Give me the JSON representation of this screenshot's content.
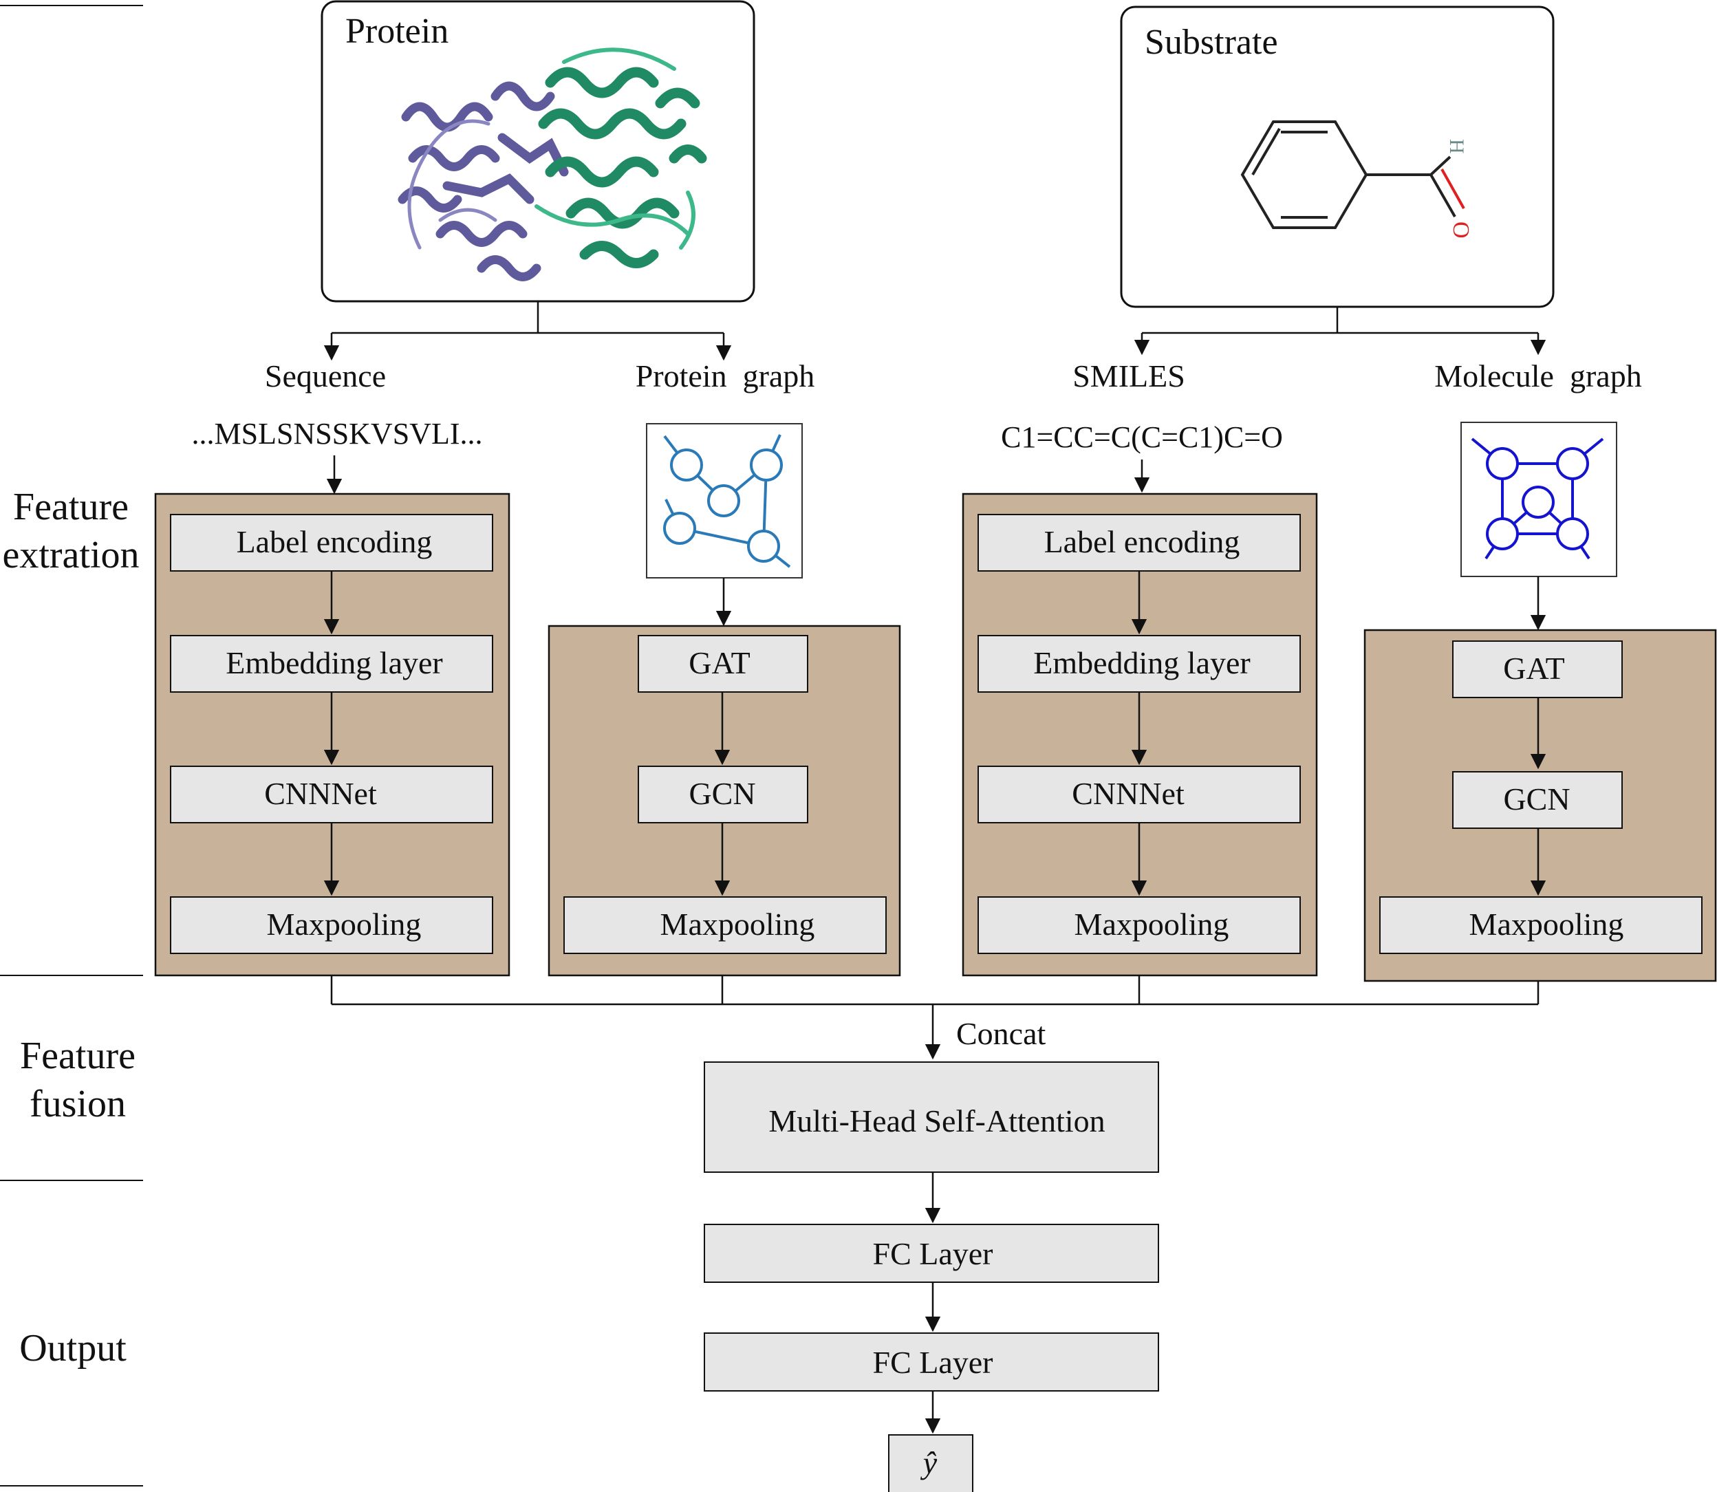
{
  "sections": {
    "feature_extraction": "Feature extration",
    "feature_extraction_line1": "Feature",
    "feature_extraction_line2": "extration",
    "feature_fusion_line1": "Feature",
    "feature_fusion_line2": "fusion",
    "output": "Output"
  },
  "inputs": {
    "protein_title": "Protein",
    "substrate_title": "Substrate",
    "substrate_atom_h": "H",
    "substrate_atom_o": "O"
  },
  "branches": {
    "sequence": {
      "label": "Sequence",
      "example": "...MSLSNSSKVSVLI...",
      "steps": [
        "Label encoding",
        "Embedding layer",
        "CNNNet",
        "Maxpooling"
      ]
    },
    "protein_graph": {
      "label": "Protein  graph",
      "steps": [
        "GAT",
        "GCN",
        "Maxpooling"
      ]
    },
    "smiles": {
      "label": "SMILES",
      "example": "C1=CC=C(C=C1)C=O",
      "steps": [
        "Label encoding",
        "Embedding layer",
        "CNNNet",
        "Maxpooling"
      ]
    },
    "molecule_graph": {
      "label": "Molecule  graph",
      "steps": [
        "GAT",
        "GCN",
        "Maxpooling"
      ]
    }
  },
  "fusion": {
    "concat_label": "Concat",
    "attention_label": "Multi-Head Self-Attention"
  },
  "output": {
    "fc1_label": "FC Layer",
    "fc2_label": "FC Layer",
    "prediction_label": "ŷ"
  },
  "colors": {
    "module_bg": "#c8b29a",
    "block_bg": "#e6e6e6",
    "protein_chain_a": "#5f5a9c",
    "protein_chain_b": "#1f8a64",
    "protein_graph_color": "#2a7ab8",
    "molecule_graph_color": "#1414d0",
    "oxygen_red": "#e02020",
    "hydrogen_grey": "#6a8a8a"
  }
}
